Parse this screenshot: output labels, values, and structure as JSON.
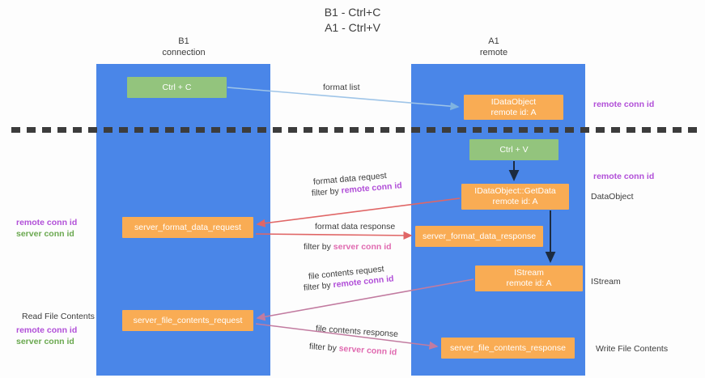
{
  "title": {
    "line1": "B1 - Ctrl+C",
    "line2": "A1 - Ctrl+V"
  },
  "columns": {
    "b1": {
      "name": "B1",
      "role": "connection"
    },
    "a1": {
      "name": "A1",
      "role": "remote"
    }
  },
  "nodes": {
    "ctrl_c": {
      "label": "Ctrl + C",
      "color": "#93c47d"
    },
    "idataobject": {
      "line1": "IDataObject",
      "line2": "remote id: A",
      "color": "#f9ac54"
    },
    "ctrl_v": {
      "label": "Ctrl + V",
      "color": "#93c47d"
    },
    "getdata": {
      "line1": "IDataObject::GetData",
      "line2": "remote id: A",
      "color": "#f9ac54"
    },
    "server_format_data_request": {
      "label": "server_format_data_request",
      "color": "#f9ac54"
    },
    "server_format_data_response": {
      "label": "server_format_data_response",
      "color": "#f9ac54"
    },
    "istream": {
      "line1": "IStream",
      "line2": "remote id: A",
      "color": "#f9ac54"
    },
    "server_file_contents_request": {
      "label": "server_file_contents_request",
      "color": "#f9ac54"
    },
    "server_file_contents_response": {
      "label": "server_file_contents_response",
      "color": "#f9ac54"
    }
  },
  "flows": {
    "format_list": "format list",
    "format_data_request": "format data request",
    "filter_by_prefix": "filter by ",
    "remote_conn_id": "remote conn id",
    "format_data_response": "format data response",
    "server_conn_id": "server conn id",
    "file_contents_request": "file contents request",
    "file_contents_response": "file contents response"
  },
  "annotations": {
    "right": {
      "remote_conn_id_top": "remote conn id",
      "remote_conn_id_mid": "remote conn id",
      "dataobject": "DataObject",
      "istream": "IStream",
      "write_file_contents": "Write File Contents"
    },
    "left": {
      "remote_conn_id_1": "remote conn id",
      "server_conn_id_1": "server conn id",
      "read_file_contents": "Read File Contents",
      "remote_conn_id_2": "remote conn id",
      "server_conn_id_2": "server conn id"
    }
  },
  "colors": {
    "lane": "#4a86e8",
    "green_node": "#93c47d",
    "orange_node": "#f9ac54",
    "purple_key": "#b14fd8",
    "green_key": "#6aa84f",
    "pink_key": "#e06ab0",
    "arrow_blue": "#9fc5e8",
    "arrow_red": "#e06666",
    "arrow_magenta": "#c27ba0",
    "arrow_dark": "#1c2b40",
    "separator": "#3c3c3c"
  }
}
